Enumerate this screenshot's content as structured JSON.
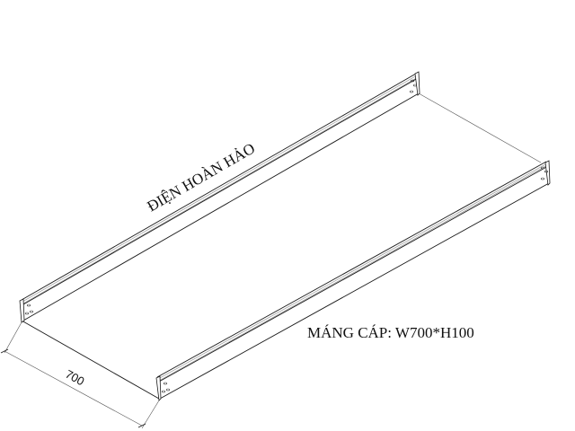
{
  "drawing": {
    "brand_label": "ĐIỆN HOÀN HẢO",
    "product_label": "MÁNG CÁP: W700*H100",
    "dimension_label": "700",
    "product": {
      "type": "cable tray",
      "width_mm": 700,
      "height_mm": 100
    },
    "colors": {
      "background": "#ffffff",
      "line": "#1a1a1a",
      "text": "#111111"
    }
  }
}
